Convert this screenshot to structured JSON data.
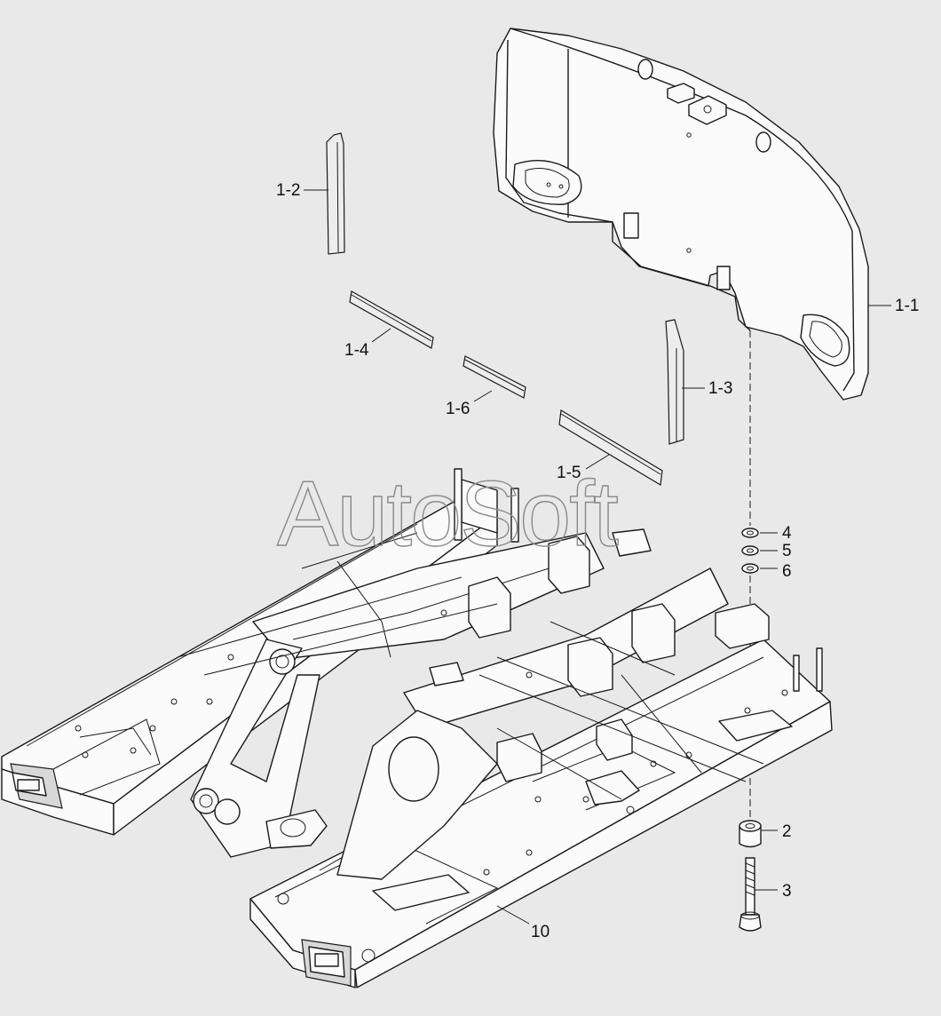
{
  "watermark": "AutoSoft",
  "callouts": {
    "c1_1": "1-1",
    "c1_2": "1-2",
    "c1_3": "1-3",
    "c1_4": "1-4",
    "c1_5": "1-5",
    "c1_6": "1-6",
    "c2": "2",
    "c3": "3",
    "c4": "4",
    "c5": "5",
    "c6": "6",
    "c10": "10"
  }
}
